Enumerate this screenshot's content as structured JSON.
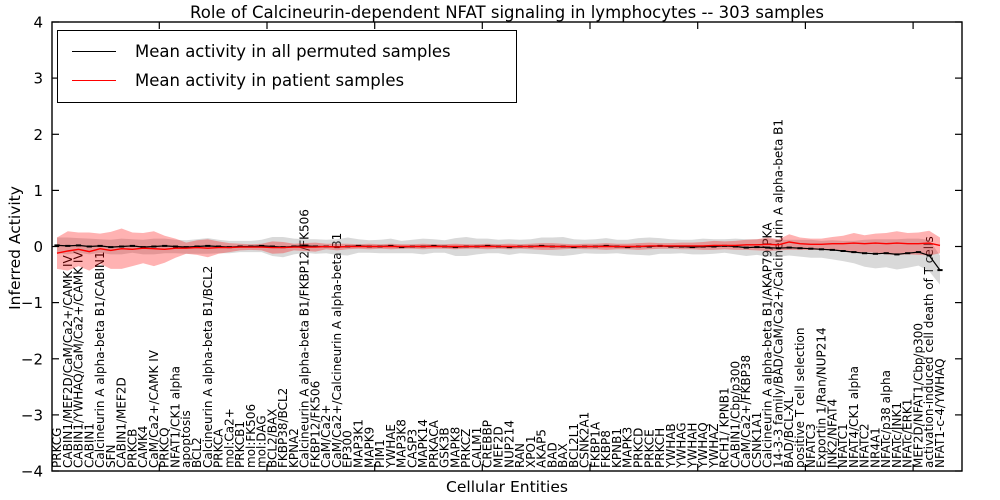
{
  "figure": {
    "title": "Role of Calcineurin-dependent NFAT signaling in lymphocytes -- 303 samples",
    "xlabel": "Cellular Entities",
    "ylabel": "Inferred Activity"
  },
  "legend": {
    "items": [
      {
        "label": "Mean activity in all permuted samples",
        "color": "#000000"
      },
      {
        "label": "Mean activity in patient samples",
        "color": "#ff0000"
      }
    ]
  },
  "chart_data": {
    "type": "line",
    "title": "Role of Calcineurin-dependent NFAT signaling in lymphocytes -- 303 samples",
    "xlabel": "Cellular Entities",
    "ylabel": "Inferred Activity",
    "ylim": [
      -4,
      4
    ],
    "yticks": [
      4,
      3,
      2,
      1,
      0,
      -1,
      -2,
      -3,
      -4
    ],
    "x_major_tick_indices": [
      9.5,
      19.5,
      29.5,
      39.5,
      49.5,
      59.5,
      69.5,
      79.5
    ],
    "grid": false,
    "legend_position": "upper left",
    "categories": [
      "PRKCG",
      "CABIN1/MEF2D/CaM/Ca2+/CAMK IV",
      "CABIN1/YWHAQ/CaM/Ca2+/CAMK IV",
      "CABIN1",
      "Calcineurin A alpha-beta B1/CABIN1",
      "SFN",
      "CABIN1/MEF2D",
      "PRKCB",
      "CAMK4",
      "CaM/Ca2+/CAMK IV",
      "PRKCQ",
      "NFAT1/CK1 alpha",
      "apoptosis",
      "BCL2",
      "Calcineurin A alpha-beta B1/BCL2",
      "PRKCA",
      "mol:Ca2+",
      "PRKCB1",
      "mol:FK506",
      "mol:DAG",
      "BCL2/BAX",
      "FKBP38/BCL2",
      "KPNA2",
      "Calcineurin A alpha-beta B1/FKBP12/FK506",
      "FKBP12/FK506",
      "CaM/Ca2+",
      "CaM/Ca2+/Calcineurin A alpha-beta B1",
      "EP300",
      "MAP3K1",
      "MAPK9",
      "PIM1",
      "YWHAE",
      "MAP3K8",
      "CASP3",
      "MAPK14",
      "PRKACA",
      "GSK3B",
      "MAPK8",
      "PRKCZ",
      "CALM1",
      "CREBBP",
      "MEF2D",
      "NUP214",
      "RAN",
      "XPO1",
      "AKAP5",
      "BAD",
      "BAX",
      "BCL2L1",
      "CSNK2A1",
      "FKBP1A",
      "FKBP8",
      "KPNB1",
      "MAPK3",
      "PRKCD",
      "PRKCE",
      "PRKCH",
      "YWHAB",
      "YWHAG",
      "YWHAH",
      "YWHAQ",
      "YWHAZ",
      "RCH1/ KPNB1",
      "CABIN1/Cbp/p300",
      "CaM/Ca2+/FKBP38",
      "CSNK1A1",
      "Calcineurin A alpha-beta B1/AKAP79/PKA",
      "14-3-3 family/BAD/CaM/Ca2+/Calcineurin A alpha-beta B1",
      "BAD/BCL-XL",
      "positive T cell selection",
      "NFATC3",
      "Exportin 1/Ran/NUP214",
      "JNK2/NFAT4",
      "NFATC1",
      "NFAT4/CK1 alpha",
      "NFATC2",
      "NR4A1",
      "NFATc/p38 alpha",
      "NFATc/JNK1",
      "NFATc/ERK1",
      "MEF2D/NFAT1/Cbp/p300",
      "activation-induced cell death of T cells",
      "NFAT1-c-4/YWHAQ"
    ],
    "series": [
      {
        "name": "Mean activity in all permuted samples",
        "color": "#000000",
        "band_color": "#808080",
        "band_opacity": 0.3,
        "mean": [
          0.02,
          0.01,
          0.02,
          0,
          0.01,
          -0.01,
          0,
          0.01,
          -0.01,
          0,
          0.01,
          0,
          -0.01,
          0,
          0.01,
          0,
          -0.01,
          0,
          0,
          0.01,
          0,
          -0.01,
          0,
          0.01,
          0,
          0,
          -0.01,
          0,
          0.01,
          0,
          0,
          0.01,
          -0.01,
          0,
          0,
          0.01,
          0,
          -0.01,
          0,
          0,
          0.01,
          0,
          -0.01,
          0,
          0,
          0.01,
          0,
          0,
          -0.01,
          0,
          0,
          0.01,
          0,
          -0.01,
          0,
          0,
          0.01,
          0,
          0,
          -0.01,
          0,
          0,
          0.01,
          0,
          -0.02,
          -0.01,
          -0.02,
          -0.03,
          -0.02,
          -0.03,
          -0.04,
          -0.05,
          -0.06,
          -0.08,
          -0.1,
          -0.12,
          -0.13,
          -0.12,
          -0.14,
          -0.12,
          -0.1,
          -0.16,
          -0.42
        ],
        "std": [
          0.14,
          0.15,
          0.13,
          0.14,
          0.12,
          0.13,
          0.14,
          0.12,
          0.13,
          0.14,
          0.13,
          0.12,
          0.12,
          0.13,
          0.14,
          0.12,
          0.11,
          0.1,
          0.1,
          0.11,
          0.17,
          0.18,
          0.14,
          0.12,
          0.13,
          0.12,
          0.14,
          0.16,
          0.12,
          0.11,
          0.12,
          0.13,
          0.11,
          0.12,
          0.14,
          0.12,
          0.11,
          0.16,
          0.17,
          0.14,
          0.13,
          0.12,
          0.14,
          0.12,
          0.13,
          0.15,
          0.16,
          0.17,
          0.14,
          0.12,
          0.13,
          0.14,
          0.12,
          0.13,
          0.15,
          0.16,
          0.14,
          0.13,
          0.12,
          0.13,
          0.14,
          0.13,
          0.12,
          0.14,
          0.15,
          0.14,
          0.16,
          0.15,
          0.14,
          0.15,
          0.16,
          0.15,
          0.17,
          0.18,
          0.2,
          0.24,
          0.26,
          0.25,
          0.27,
          0.26,
          0.24,
          0.28,
          0.26
        ]
      },
      {
        "name": "Mean activity in patient samples",
        "color": "#ff0000",
        "band_color": "#ff0000",
        "band_opacity": 0.3,
        "mean": [
          -0.12,
          -0.08,
          -0.05,
          -0.09,
          -0.04,
          -0.07,
          -0.04,
          -0.05,
          -0.03,
          -0.04,
          -0.05,
          -0.03,
          -0.03,
          -0.02,
          -0.03,
          -0.02,
          -0.02,
          -0.01,
          -0.01,
          -0.01,
          -0.02,
          -0.02,
          -0.01,
          -0.01,
          -0.01,
          0,
          -0.01,
          0,
          0,
          0,
          0,
          0,
          0,
          0,
          0,
          0,
          0,
          0,
          0,
          0,
          0,
          0,
          0,
          0,
          0,
          0,
          0,
          0,
          0,
          0,
          0,
          0,
          0,
          0,
          0,
          0.01,
          0.01,
          0.01,
          0.01,
          0.01,
          0.01,
          0.02,
          0.02,
          0.02,
          0.03,
          0.03,
          0.04,
          0.03,
          0.08,
          0.05,
          0.04,
          0.04,
          0.05,
          0.05,
          0.06,
          0.05,
          0.06,
          0.05,
          0.06,
          0.05,
          0.05,
          0.06,
          0.02
        ],
        "std": [
          0.28,
          0.35,
          0.3,
          0.34,
          0.27,
          0.33,
          0.36,
          0.3,
          0.27,
          0.31,
          0.24,
          0.17,
          0.1,
          0.13,
          0.16,
          0.11,
          0.08,
          0.06,
          0.05,
          0.06,
          0.11,
          0.1,
          0.06,
          0.07,
          0.08,
          0.05,
          0.06,
          0.05,
          0.04,
          0.05,
          0.04,
          0.05,
          0.04,
          0.04,
          0.05,
          0.04,
          0.04,
          0.05,
          0.04,
          0.04,
          0.05,
          0.04,
          0.05,
          0.04,
          0.05,
          0.06,
          0.06,
          0.05,
          0.04,
          0.05,
          0.05,
          0.06,
          0.05,
          0.05,
          0.06,
          0.06,
          0.05,
          0.05,
          0.06,
          0.06,
          0.07,
          0.08,
          0.07,
          0.08,
          0.09,
          0.1,
          0.12,
          0.1,
          0.14,
          0.11,
          0.1,
          0.1,
          0.12,
          0.14,
          0.18,
          0.15,
          0.17,
          0.19,
          0.21,
          0.19,
          0.2,
          0.22,
          0.14
        ]
      }
    ]
  }
}
